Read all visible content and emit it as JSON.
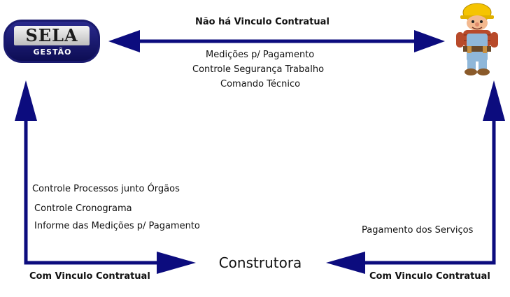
{
  "logo": {
    "top": "SELA",
    "bottom": "GESTÃO"
  },
  "top_link": {
    "label": "Não há Vinculo Contratual",
    "items": [
      "Medições p/ Pagamento",
      "Controle Segurança Trabalho",
      "Comando Técnico"
    ]
  },
  "left_link": {
    "items": [
      "Controle Processos junto Órgãos",
      "Controle Cronograma",
      "Informe das Medições p/ Pagamento"
    ],
    "label": "Com Vinculo Contratual"
  },
  "right_link": {
    "item": "Pagamento dos Serviços",
    "label": "Com Vinculo Contratual"
  },
  "center_node": {
    "label": "Construtora"
  },
  "colors": {
    "arrow": "#0c0c7e"
  },
  "icons": {
    "builder": "builder-character-icon"
  }
}
